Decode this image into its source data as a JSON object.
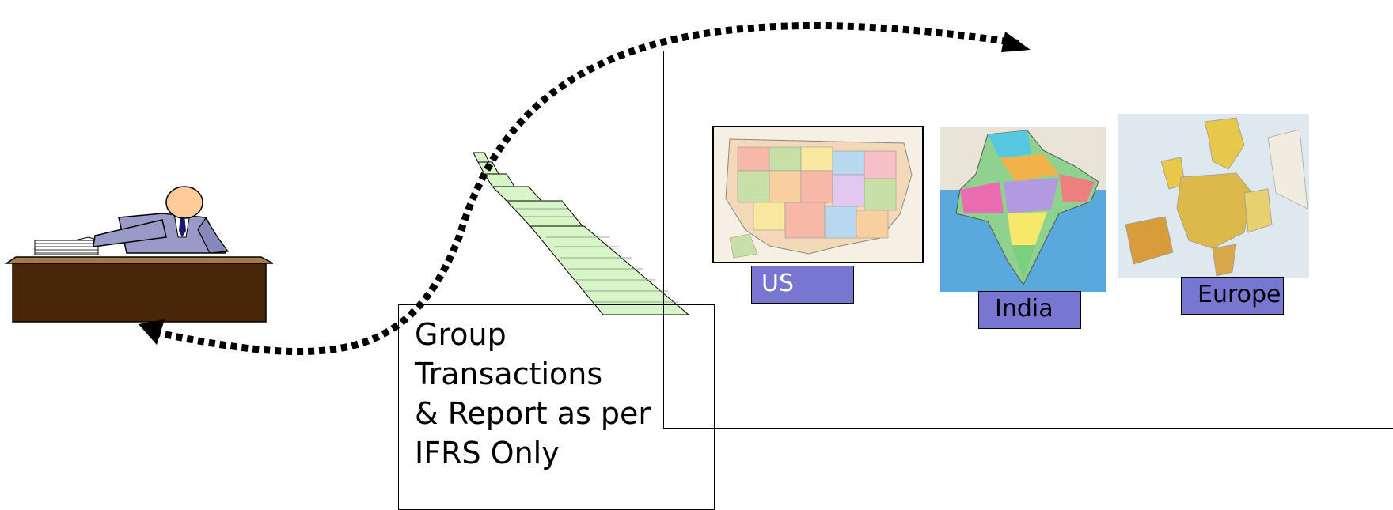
{
  "caption": "Group\nTransactions\n& Report as per\nIFRS Only",
  "regions": {
    "us": "US",
    "india": "India",
    "europe": "Europe"
  },
  "icons": {
    "person": "businessman-at-desk-icon",
    "paper": "continuous-paper-report-icon",
    "arrow": "dotted-curved-arrow-icon",
    "us_map": "us-map-image",
    "india_map": "india-map-image",
    "europe_map": "europe-map-image"
  },
  "colors": {
    "label_fill": "#7777d2",
    "desk": "#4a2608",
    "suit": "#9a9ac8",
    "face": "#ffcc99",
    "paper_stripe": "#d8f5c8"
  }
}
